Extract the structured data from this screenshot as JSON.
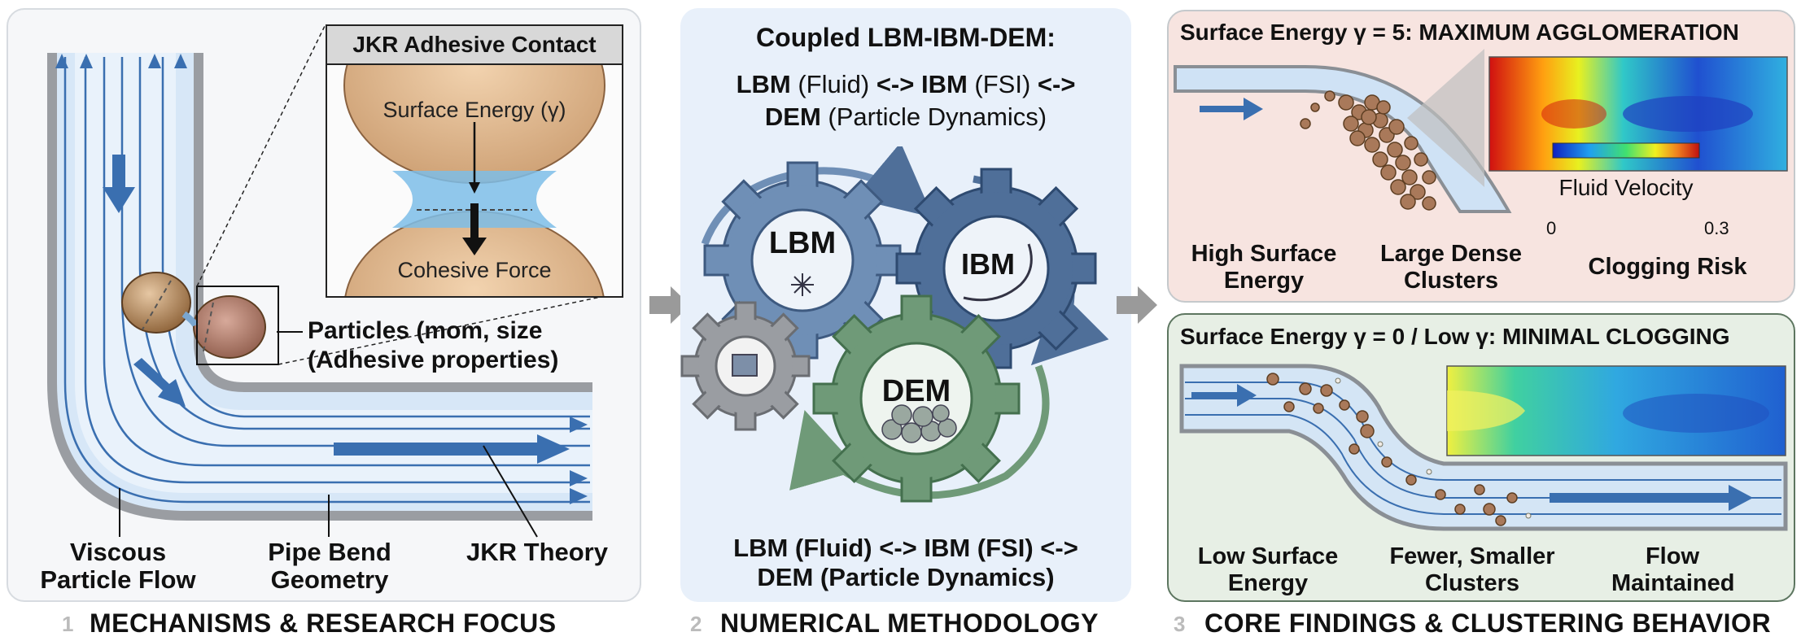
{
  "panel1": {
    "inset_title": "JKR Adhesive Contact",
    "surface_energy_label": "Surface Energy (γ)",
    "cohesive_force_label": "Cohesive Force",
    "particles_label_line1": "Particles (mom, size",
    "particles_label_line2": "(Adhesive properties)",
    "viscous_label": "Viscous Particle Flow",
    "pipe_bend_label": "Pipe Bend Geometry",
    "jkr_theory_label": "JKR Theory",
    "footer_number": "1",
    "footer": "MECHANISMS & RESEARCH FOCUS"
  },
  "panel2": {
    "title": "Coupled LBM-IBM-DEM:",
    "subtitle_b1": "LBM",
    "subtitle_n1": " (Fluid) ",
    "subtitle_b2": "<-> IBM",
    "subtitle_n2": " (FSI) ",
    "subtitle_b3": "<->",
    "subtitle_b4": "DEM",
    "subtitle_n3": " (Particle Dynamics)",
    "gear_lbm": "LBM",
    "gear_ibm": "IBM",
    "gear_dem": "DEM",
    "bottom_line1": "LBM (Fluid) <-> IBM (FSI) <->",
    "bottom_line2": "DEM (Particle Dynamics)",
    "footer_number": "2",
    "footer": "NUMERICAL METHODOLOGY"
  },
  "panel3": {
    "top_title": "Surface Energy γ = 5: MAXIMUM AGGLOMERATION",
    "colorbar_title": "Fluid Velocity",
    "colorbar_min": "0",
    "colorbar_max": "0.3",
    "top_label1": "High Surface Energy",
    "top_label2": "Large Dense Clusters",
    "top_label3": "Clogging Risk",
    "bottom_title": "Surface Energy γ = 0 / Low γ: MINIMAL CLOGGING",
    "bottom_label1": "Low Surface Energy",
    "bottom_label2": "Fewer, Smaller Clusters",
    "bottom_label3": "Flow Maintained",
    "footer_number": "3",
    "footer": "CORE FINDINGS & CLUSTERING BEHAVIOR"
  },
  "colors": {
    "pipe_fill": "#d6e6f6",
    "flow_arrow": "#3a6fb0",
    "gear_lbm": "#6f8fb6",
    "gear_ibm": "#4f6f99",
    "gear_dem": "#6f9a78",
    "particle": "#a9795a",
    "top_panel_bg": "#f7e4e0",
    "bottom_panel_bg": "#e7efe5",
    "middle_panel_bg": "#e8f0fa"
  }
}
